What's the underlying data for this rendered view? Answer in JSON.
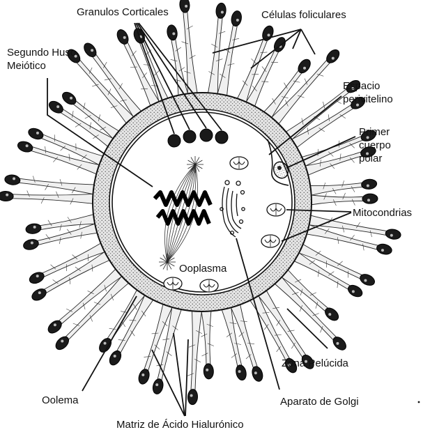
{
  "labels": {
    "granulos_corticales": "Granulos Corticales",
    "celulas_foliculares": "Células foliculares",
    "segundo_huso": [
      "Segundo Huso",
      "Meiótico"
    ],
    "espacio_perivitelino": [
      "Espacio",
      "perivitelino"
    ],
    "primer_cuerpo_polar": [
      "Primer",
      "cuerpo",
      "polar"
    ],
    "mitocondrias": "Mitocondrias",
    "ooplasma": "Ooplasma",
    "zona_pelucida": "Zona Pelúcida",
    "oolema": "Oolema",
    "aparato_golgi": "Aparato de Golgi",
    "matriz": "Matriz de Ácido Hialurónico"
  },
  "colors": {
    "ink": "#111111",
    "zona": "#cfcfcf",
    "background": "#ffffff"
  }
}
